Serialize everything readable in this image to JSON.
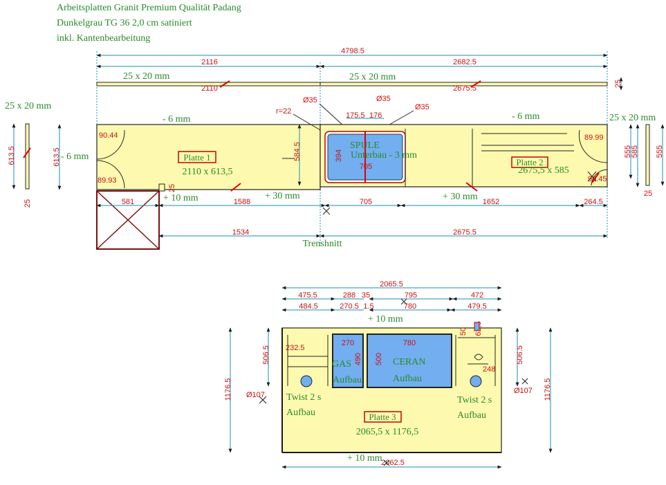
{
  "header": {
    "line1": "Arbeitsplatten Granit Premium Qualität Padang",
    "line2": "Dunkelgrau TG 36 2,0 cm satiniert",
    "line3": "inkl. Kantenbearbeitung"
  },
  "colors": {
    "slab": "#fdfab0",
    "sink": "#72aef0",
    "dim_text": "#cc1111",
    "label_text": "#2a8a2a",
    "dim_line": "#1a8fb5"
  },
  "top_layout": {
    "dims": {
      "total": "4798.5",
      "left_top": "2116",
      "right_top": "2682.5",
      "left_strip": "2110",
      "right_strip": "2675.5",
      "strip_thick": "25",
      "d581": "581",
      "d1588": "1588",
      "d705": "705",
      "d1652": "1652",
      "d264": "264.5",
      "d1534": "1534",
      "d2675": "2675.5",
      "left_h": "613.5",
      "far_left_h": "613.5",
      "far_left_t": "25",
      "right_555": "555",
      "right_585": "585",
      "far_right_555": "555",
      "far_right_t": "25",
      "depth_584": "584.5",
      "sink_394": "394",
      "sink_705": "705",
      "small_25": "25",
      "small_81": "81",
      "d35a": "Ø35",
      "d35b": "Ø35",
      "d35c": "Ø35",
      "d175": "175.5",
      "d176": "176",
      "r22": "r=22",
      "a9044": "90.44",
      "a8993": "89.93",
      "a8999": "89.99",
      "a9645": "96.45"
    },
    "notes": {
      "edge_left": "25 x 20 mm",
      "edge_top_left": "25 x 20 mm",
      "edge_top_right": "25 x 20 mm",
      "edge_right": "25 x 20 mm",
      "minus6_left": "- 6 mm",
      "minus6_side": "- 6 mm",
      "minus6_right": "- 6 mm",
      "plus10": "+ 10 mm",
      "plus30a": "+ 30 mm",
      "plus30b": "+ 30 mm",
      "trennschnitt": "Trenshnitt"
    },
    "plates": [
      {
        "label": "Platte 1",
        "size": "2110 x 613,5"
      },
      {
        "label": "Platte 2",
        "size": "2675,5 x 585"
      }
    ],
    "sink": {
      "label1": "SPULE",
      "label2": "Unterbau - 3 mm"
    }
  },
  "bottom_layout": {
    "dims": {
      "total": "2065.5",
      "a475": "475.5",
      "a288": "288",
      "a35": "35",
      "a795": "795",
      "a472": "472",
      "b484": "484.5",
      "b270": "270.5",
      "b15": "1.5",
      "b780": "780",
      "b479": "479.5",
      "h506l": "506.5",
      "h506r": "506.5",
      "h1176l": "1176.5",
      "h1176r": "1176.5",
      "c232": "232.5",
      "c270": "270",
      "c780": "780",
      "c490": "490",
      "c500": "500",
      "c50": "50",
      "c275": "62,5",
      "c248": "248",
      "phi107l": "Ø107",
      "phi107r": "Ø107",
      "bottom": "2062.5"
    },
    "labels": {
      "gas1": "GAS",
      "gas2": "Aufbau",
      "ceran1": "CERAN",
      "ceran2": "Aufbau",
      "twist_l1": "Twist 2 s",
      "twist_l2": "Aufbau",
      "twist_r1": "Twist 2 s",
      "twist_r2": "Aufbau",
      "plus10_top": "+ 10 mm",
      "plus10_bottom": "+ 10 mm"
    },
    "plate": {
      "label": "Platte 3",
      "size": "2065,5 x 1176,5"
    }
  }
}
